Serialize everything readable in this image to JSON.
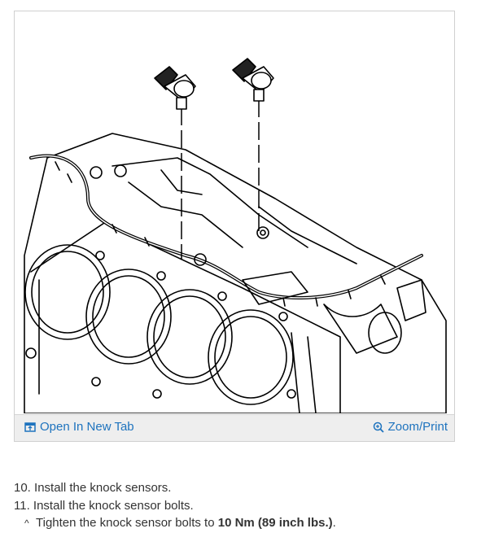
{
  "figure": {
    "open_tab_label": "Open In New Tab",
    "zoom_label": "Zoom/Print"
  },
  "steps": [
    {
      "number": "10.",
      "text": "Install the knock sensors."
    },
    {
      "number": "11.",
      "text": "Install the knock sensor bolts."
    }
  ],
  "substep": {
    "marker": "^",
    "text_before": "Tighten the knock sensor bolts to ",
    "bold": "10 Nm (89 inch lbs.)",
    "text_after": "."
  },
  "colors": {
    "link": "#1e73be",
    "toolbar_bg": "#eeeeee",
    "text": "#333333"
  }
}
